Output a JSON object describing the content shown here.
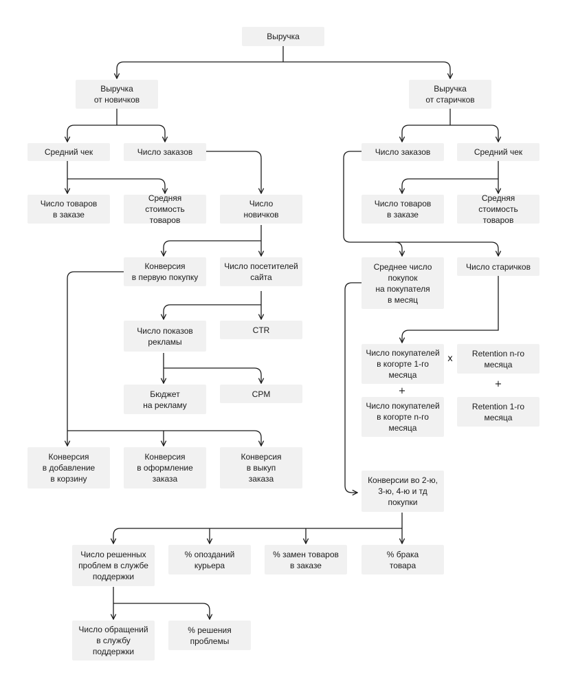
{
  "nodes": {
    "revenue": "Выручка",
    "rev_new": "Выручка\nот новичков",
    "rev_old": "Выручка\nот старичков",
    "avg_check_new": "Средний чек",
    "orders_new": "Число заказов",
    "items_in_order_new": "Число товаров\nв заказе",
    "avg_item_price_new": "Средняя стоимость\nтоваров",
    "num_new": "Число\nновичков",
    "conv_first": "Конверсия\nв первую покупку",
    "visitors": "Число посетителей\nсайта",
    "ad_impressions": "Число показов\nрекламы",
    "ctr": "CTR",
    "ad_budget": "Бюджет\nна рекламу",
    "cpm": "CPM",
    "conv_cart": "Конверсия\nв добавление\nв корзину",
    "conv_checkout": "Конверсия\nв оформление\nзаказа",
    "conv_buyout": "Конверсия\nв выкуп\nзаказа",
    "orders_old": "Число заказов",
    "avg_check_old": "Средний чек",
    "items_in_order_old": "Число товаров\nв заказе",
    "avg_item_price_old": "Средняя стоимость\nтоваров",
    "avg_purchases": "Среднее число\nпокупок\nна покупателя\nв месяц",
    "num_old": "Число старичков",
    "cohort_1": "Число покупателей\nв когорте 1-го\nмесяца",
    "retention_n": "Retention n-го\nмесяца",
    "cohort_n": "Число покупателей\nв когорте n-го\nмесяца",
    "retention_1": "Retention 1-го\nмесяца",
    "conv_repeat": "Конверсии во 2-ю,\n3-ю, 4-ю и тд\nпокупки",
    "support_solved": "Число решенных\nпроблем в службе\nподдержки",
    "courier_late": "% опозданий\nкурьера",
    "item_replacements": "% замен товаров\nв заказе",
    "defects": "% брака\nтовара",
    "support_requests": "Число обращений\nв службу\nподдержки",
    "problem_solved": "% решения\nпроблемы"
  },
  "operators": {
    "times": "x",
    "plus_left": "+",
    "plus_right": "+"
  },
  "colors": {
    "node_bg": "#f1f1f1",
    "line": "#1a1a1a"
  }
}
